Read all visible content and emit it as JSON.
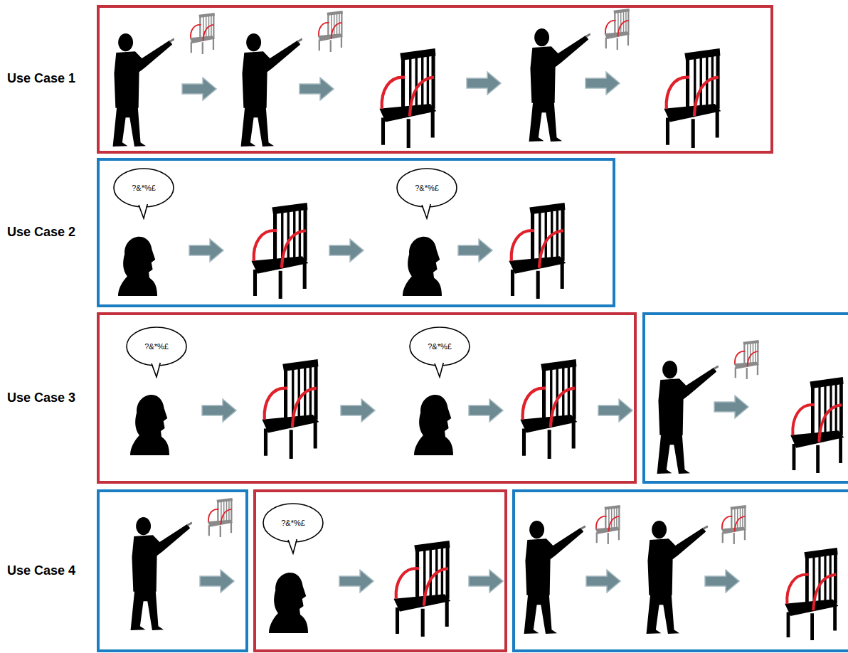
{
  "diagram": {
    "nodes": [
      {
        "text": [
          "?&*%£"
        ]
      },
      {
        "text": [
          "?&*%£"
        ]
      },
      {
        "text": [
          "?&*%£"
        ]
      },
      {
        "text": [
          "?&*%£"
        ]
      },
      {
        "text": [
          "?&*%£"
        ]
      }
    ],
    "labels": [
      "Use Case 1",
      "Use Case 2",
      "Use Case 3",
      "Use Case 4"
    ]
  }
}
